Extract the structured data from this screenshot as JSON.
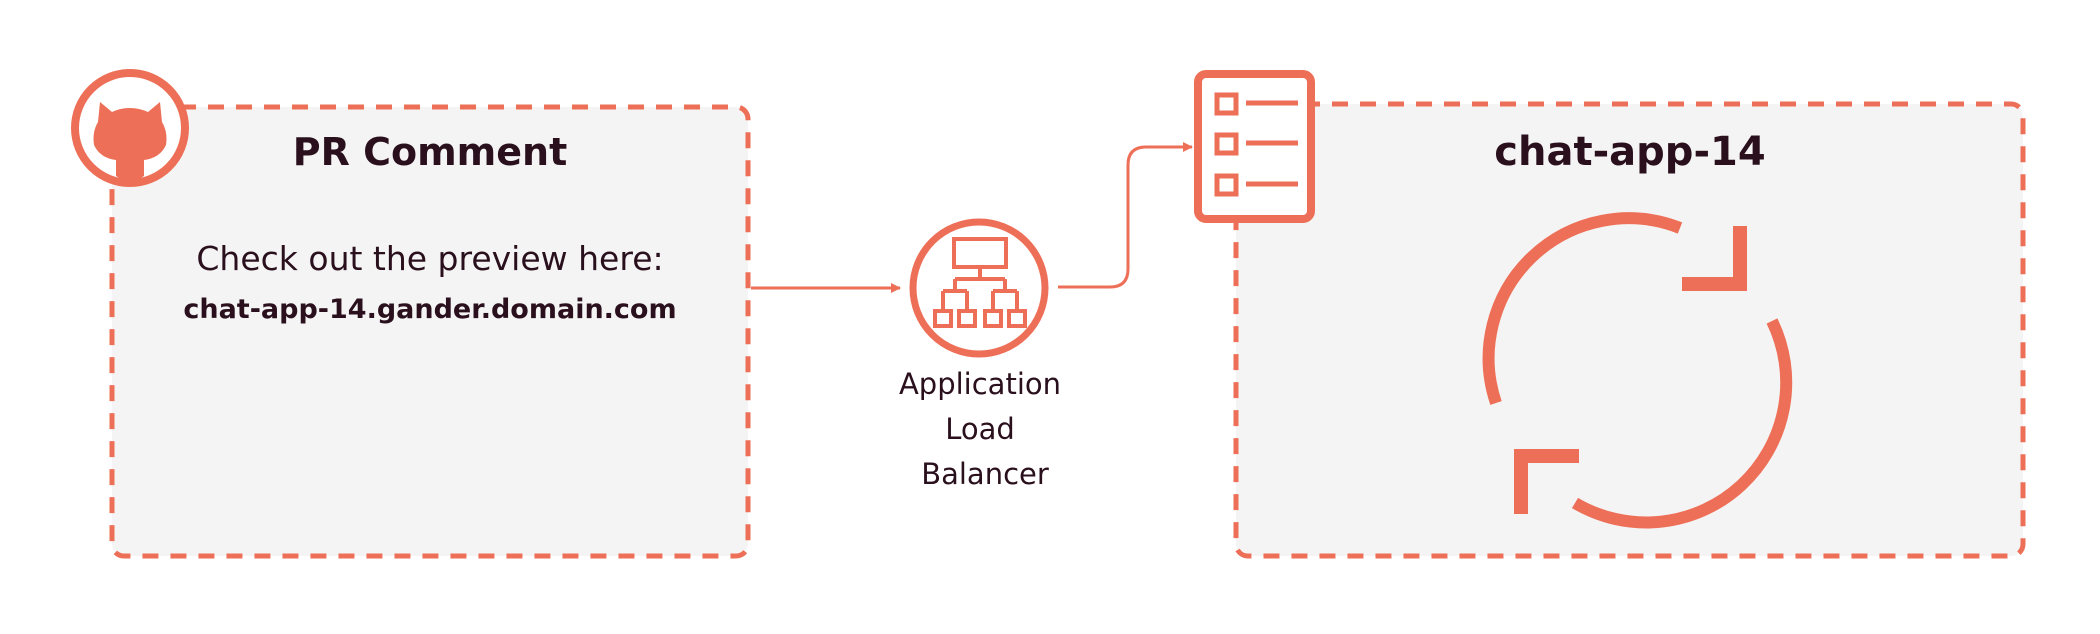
{
  "colors": {
    "accent": "#ee6f57",
    "panel_fill": "#f4f4f4",
    "text": "#2a0f1c"
  },
  "pr_panel": {
    "title": "PR Comment",
    "message": "Check out the preview here:",
    "url": "chat-app-14.gander.domain.com",
    "icon": "github-icon"
  },
  "load_balancer": {
    "label_lines": [
      "Application",
      "Load",
      "Balancer"
    ],
    "icon": "load-balancer-icon"
  },
  "app_panel": {
    "title": "chat-app-14",
    "icon": "refresh-cycle-icon",
    "header_icon": "task-list-icon"
  }
}
